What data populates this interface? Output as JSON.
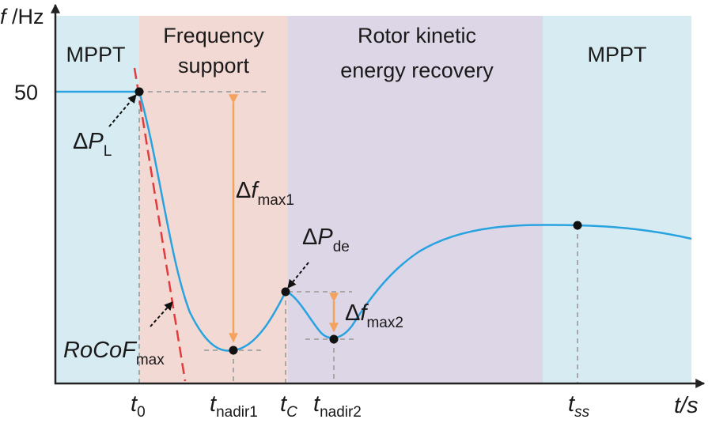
{
  "axes": {
    "y_label_var": "f",
    "y_label_unit": " /Hz",
    "x_label": "t/s",
    "y_tick_50": "50"
  },
  "regions": {
    "mppt_left": "MPPT",
    "frequency_support_line1": "Frequency",
    "frequency_support_line2": "support",
    "rotor_line1": "Rotor kinetic",
    "rotor_line2": "energy recovery",
    "mppt_right": "MPPT"
  },
  "annotations": {
    "delta_pl": {
      "delta": "Δ",
      "var": "P",
      "sub": "L"
    },
    "delta_pde": {
      "delta": "Δ",
      "var": "P",
      "sub": "de"
    },
    "delta_fmax1": {
      "delta": "Δ",
      "var": "f",
      "sub": "max1"
    },
    "delta_fmax2": {
      "delta": "Δ",
      "var": "f",
      "sub": "max2"
    },
    "rocof": {
      "var": "RoCoF",
      "sub": "max"
    }
  },
  "time_labels": {
    "t0": {
      "var": "t",
      "sub": "0"
    },
    "tnadir1": {
      "var": "t",
      "sub": "nadir1"
    },
    "tc": {
      "var": "t",
      "sub": "C"
    },
    "tnadir2": {
      "var": "t",
      "sub": "nadir2"
    },
    "tss": {
      "var": "t",
      "sub": "ss"
    }
  },
  "colors": {
    "mppt_bg": "#d6ebf2",
    "freq_support_bg": "#f3d9d4",
    "rotor_recovery_bg": "#ddd6e6",
    "curve": "#29a3e0",
    "tangent": "#e23b3b",
    "delta_arrow": "#f4a35c",
    "guide": "#a8a8a8",
    "axis": "#222222"
  }
}
